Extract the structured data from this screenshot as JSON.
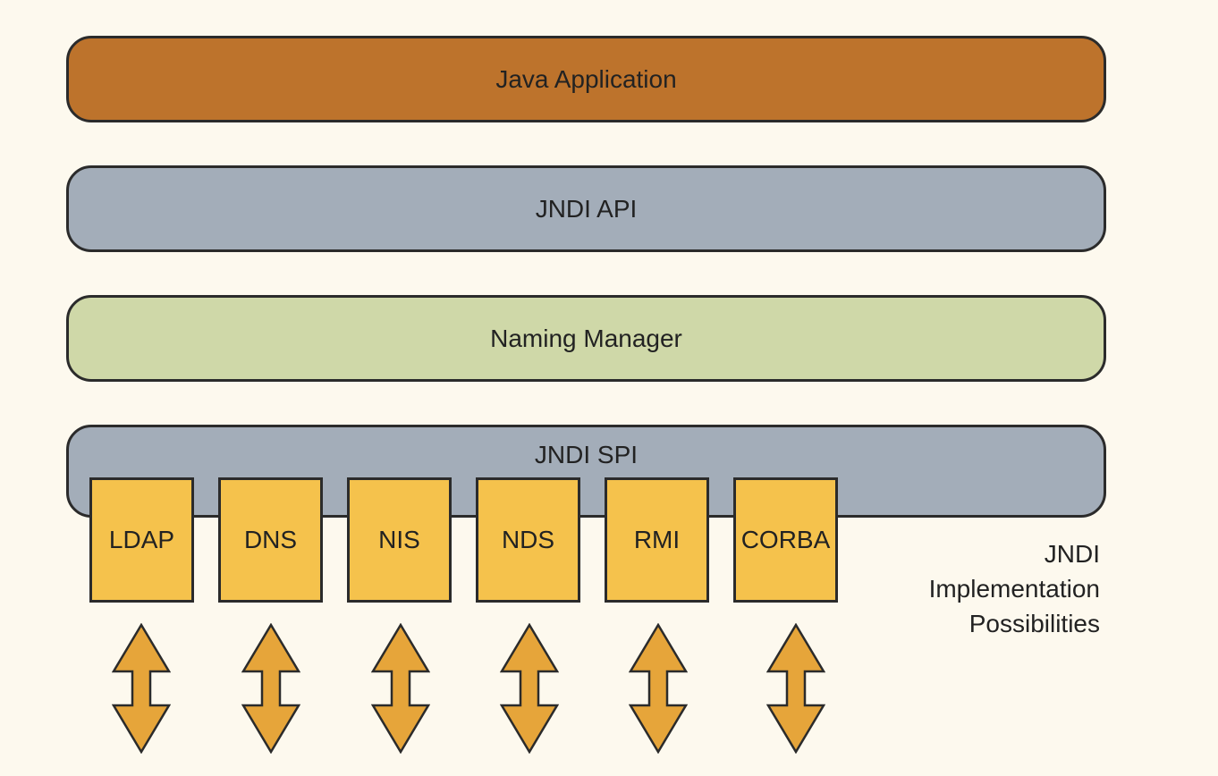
{
  "colors": {
    "background": "#fdf9ee",
    "application": "#bd732c",
    "api": "#a3adb9",
    "naming_manager": "#cfd8a8",
    "spi": "#a3adb9",
    "implementation": "#f5c24c",
    "arrow": "#e6a53a",
    "border": "#2b2b2b"
  },
  "layers": [
    {
      "id": "app",
      "label": "Java Application",
      "color_key": "application"
    },
    {
      "id": "api",
      "label": "JNDI API",
      "color_key": "api"
    },
    {
      "id": "nm",
      "label": "Naming Manager",
      "color_key": "naming_manager"
    },
    {
      "id": "spi",
      "label": "JNDI SPI",
      "color_key": "spi"
    }
  ],
  "implementations": [
    "LDAP",
    "DNS",
    "NIS",
    "NDS",
    "RMI",
    "CORBA"
  ],
  "implementation_label": "JNDI\nImplementation\nPossibilities",
  "icons": {
    "arrow": "double-vertical-arrow-icon"
  }
}
